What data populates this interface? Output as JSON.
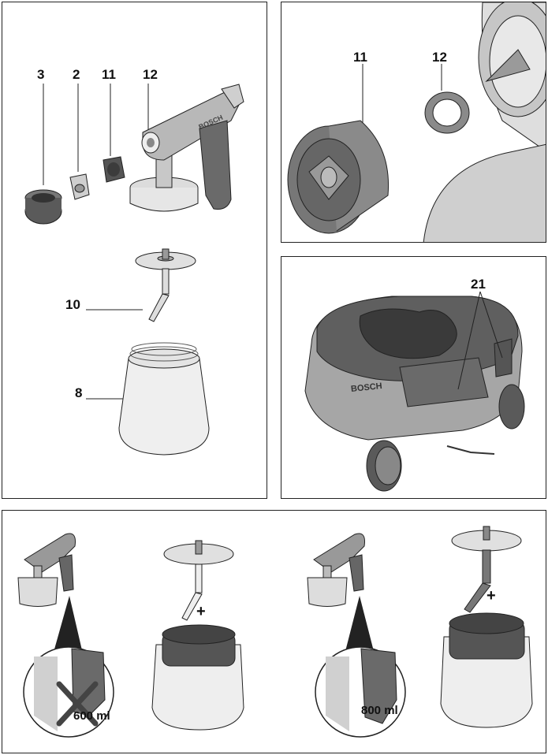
{
  "panel_a": {
    "callouts": [
      "3",
      "2",
      "11",
      "12",
      "10",
      "8"
    ],
    "brand_text": "BOSCH"
  },
  "panel_b": {
    "callouts": [
      "11",
      "12"
    ]
  },
  "panel_c": {
    "callouts": [
      "21"
    ],
    "brand_text": "BOSCH"
  },
  "panel_d": {
    "left_volume": "600 ml",
    "right_volume": "800 ml",
    "plus_sign": "+"
  },
  "colors": {
    "outline": "#222222",
    "body_grey": "#9a9a9a",
    "dark_grey": "#5a5a5a",
    "light_grey": "#d4d4d4",
    "container": "#eeeeee"
  }
}
